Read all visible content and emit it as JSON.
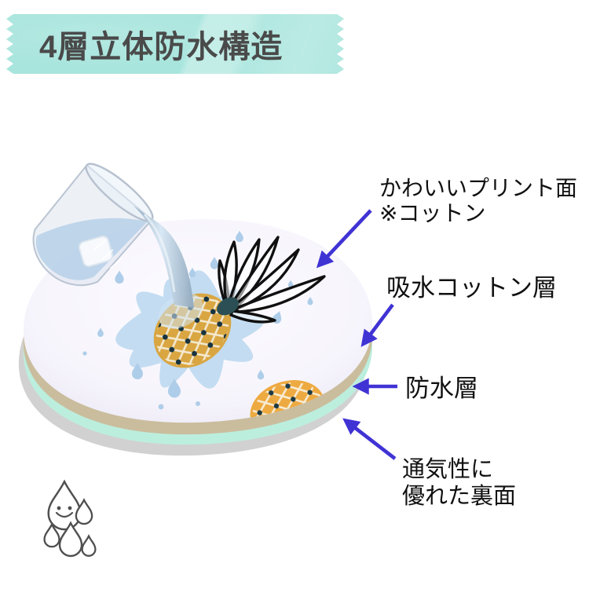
{
  "header": {
    "title": "4層立体防水構造",
    "tape_color": "#a8e5dd",
    "title_color": "#4a4a4a"
  },
  "annotations": [
    {
      "id": "print-layer",
      "lines": [
        "かわいいプリント面",
        "※コットン"
      ]
    },
    {
      "id": "absorbent-layer",
      "lines": [
        "吸水コットン層"
      ]
    },
    {
      "id": "waterproof-layer",
      "lines": [
        "防水層"
      ]
    },
    {
      "id": "back-layer",
      "lines": [
        "通気性に",
        "優れた裏面"
      ]
    }
  ],
  "layers": [
    {
      "name": "print-cotton-top",
      "color": "#f6f4fc"
    },
    {
      "name": "absorbent-cotton",
      "color": "#cabd9d"
    },
    {
      "name": "waterproof",
      "color": "#bceede"
    },
    {
      "name": "breathable-back",
      "color": "#d1d1d1"
    }
  ],
  "colors": {
    "arrow": "#4033d4",
    "splash": "#c0daf0",
    "pineapple_gold": "#d9a642",
    "pineapple_orange": "#edaa41",
    "droplet_outline": "#4f4f4f"
  },
  "icons": {
    "beaker": "glass beaker pouring water",
    "droplets": "smiling water droplets"
  }
}
